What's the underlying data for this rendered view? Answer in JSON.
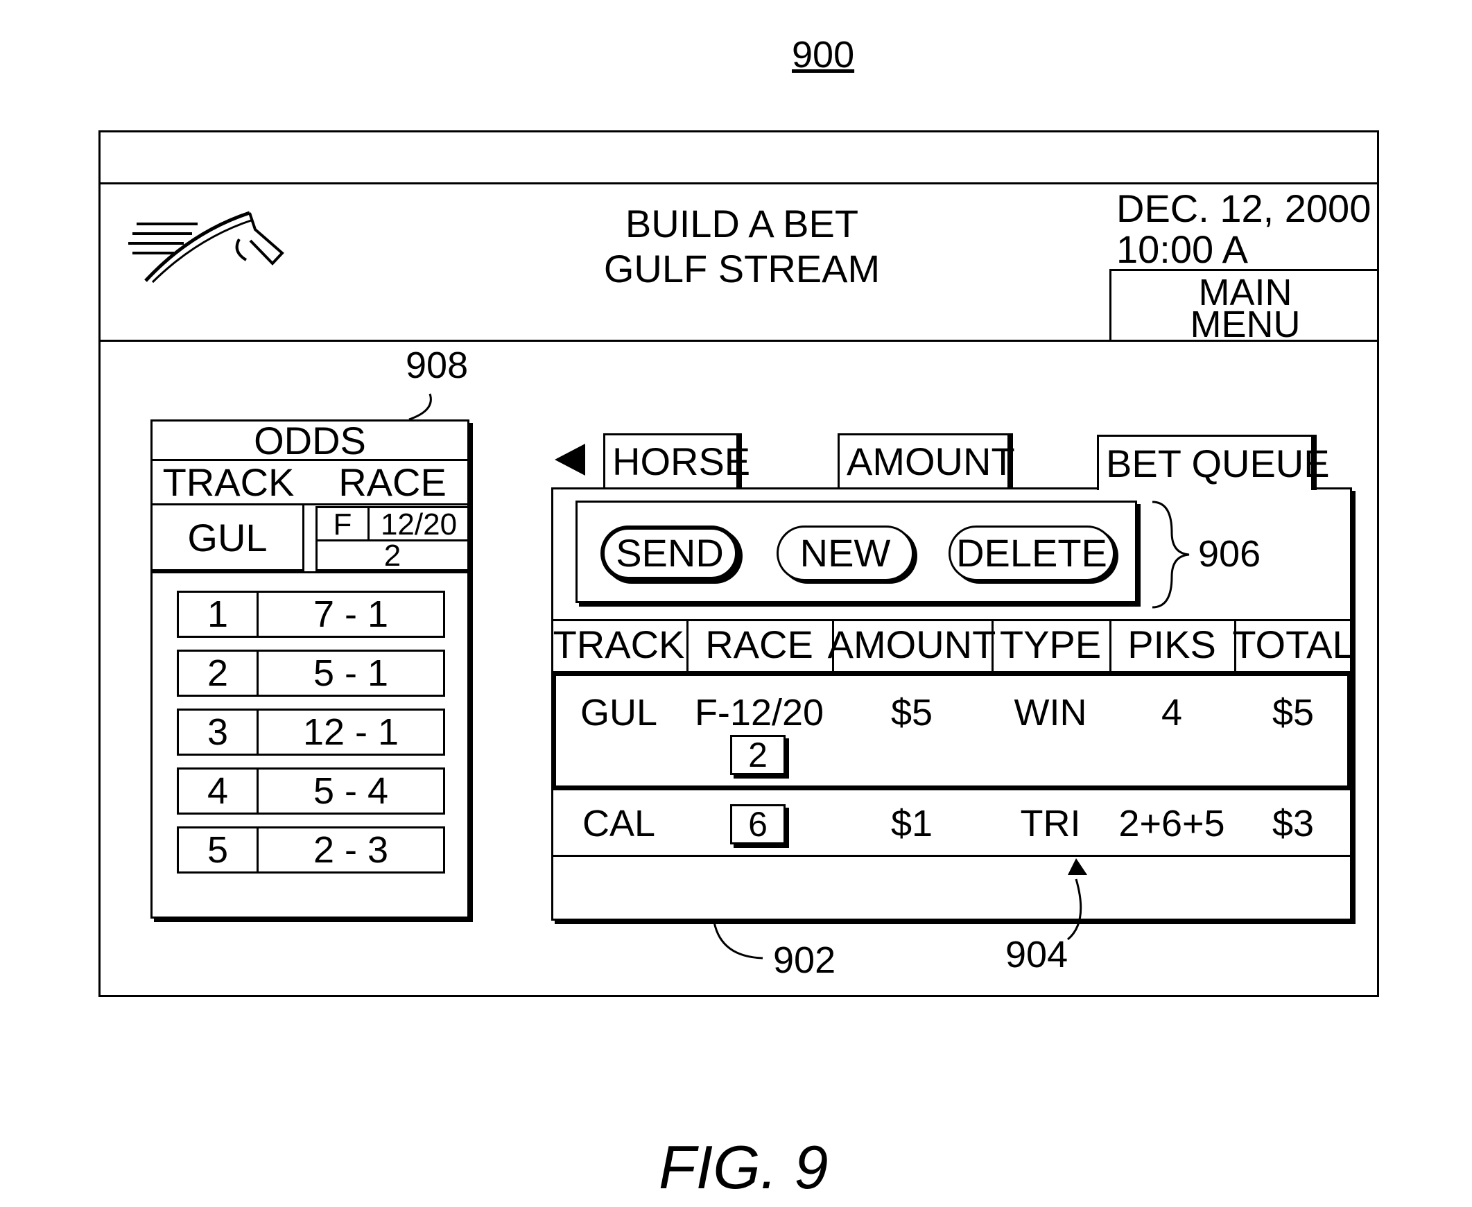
{
  "figure_number": "900",
  "figure_caption": "FIG. 9",
  "reference_labels": {
    "odds_panel": "908",
    "bet_queue_panel": "902",
    "bet_entry": "904",
    "action_buttons": "906"
  },
  "header": {
    "title_line1": "BUILD A BET",
    "title_line2": "GULF STREAM",
    "date": "DEC. 12, 2000",
    "time": "10:00 A",
    "main_menu_line1": "MAIN",
    "main_menu_line2": "MENU",
    "logo_icon": "racehorse-head-icon"
  },
  "odds": {
    "title": "ODDS",
    "track_label": "TRACK",
    "race_label": "RACE",
    "track_value": "GUL",
    "race_type": "F",
    "race_date": "12/20",
    "race_number": "2",
    "rows": [
      {
        "horse": "1",
        "odds": "7 - 1"
      },
      {
        "horse": "2",
        "odds": "5 - 1"
      },
      {
        "horse": "3",
        "odds": "12 - 1"
      },
      {
        "horse": "4",
        "odds": "5 - 4"
      },
      {
        "horse": "5",
        "odds": "2 - 3"
      }
    ]
  },
  "tabs": {
    "back_icon": "left-triangle-icon",
    "horse": "HORSE",
    "amount": "AMOUNT",
    "bet_queue": "BET QUEUE"
  },
  "buttons": {
    "send": "SEND",
    "new": "NEW",
    "delete": "DELETE"
  },
  "queue": {
    "columns": [
      "TRACK",
      "RACE",
      "AMOUNT",
      "TYPE",
      "PIKS",
      "TOTAL"
    ],
    "rows": [
      {
        "track": "GUL",
        "race": "F-12/20",
        "race_number": "2",
        "amount": "$5",
        "type": "WIN",
        "piks": "4",
        "total": "$5"
      },
      {
        "track": "CAL",
        "race": "",
        "race_number": "6",
        "amount": "$1",
        "type": "TRI",
        "piks": "2+6+5",
        "total": "$3"
      }
    ]
  }
}
